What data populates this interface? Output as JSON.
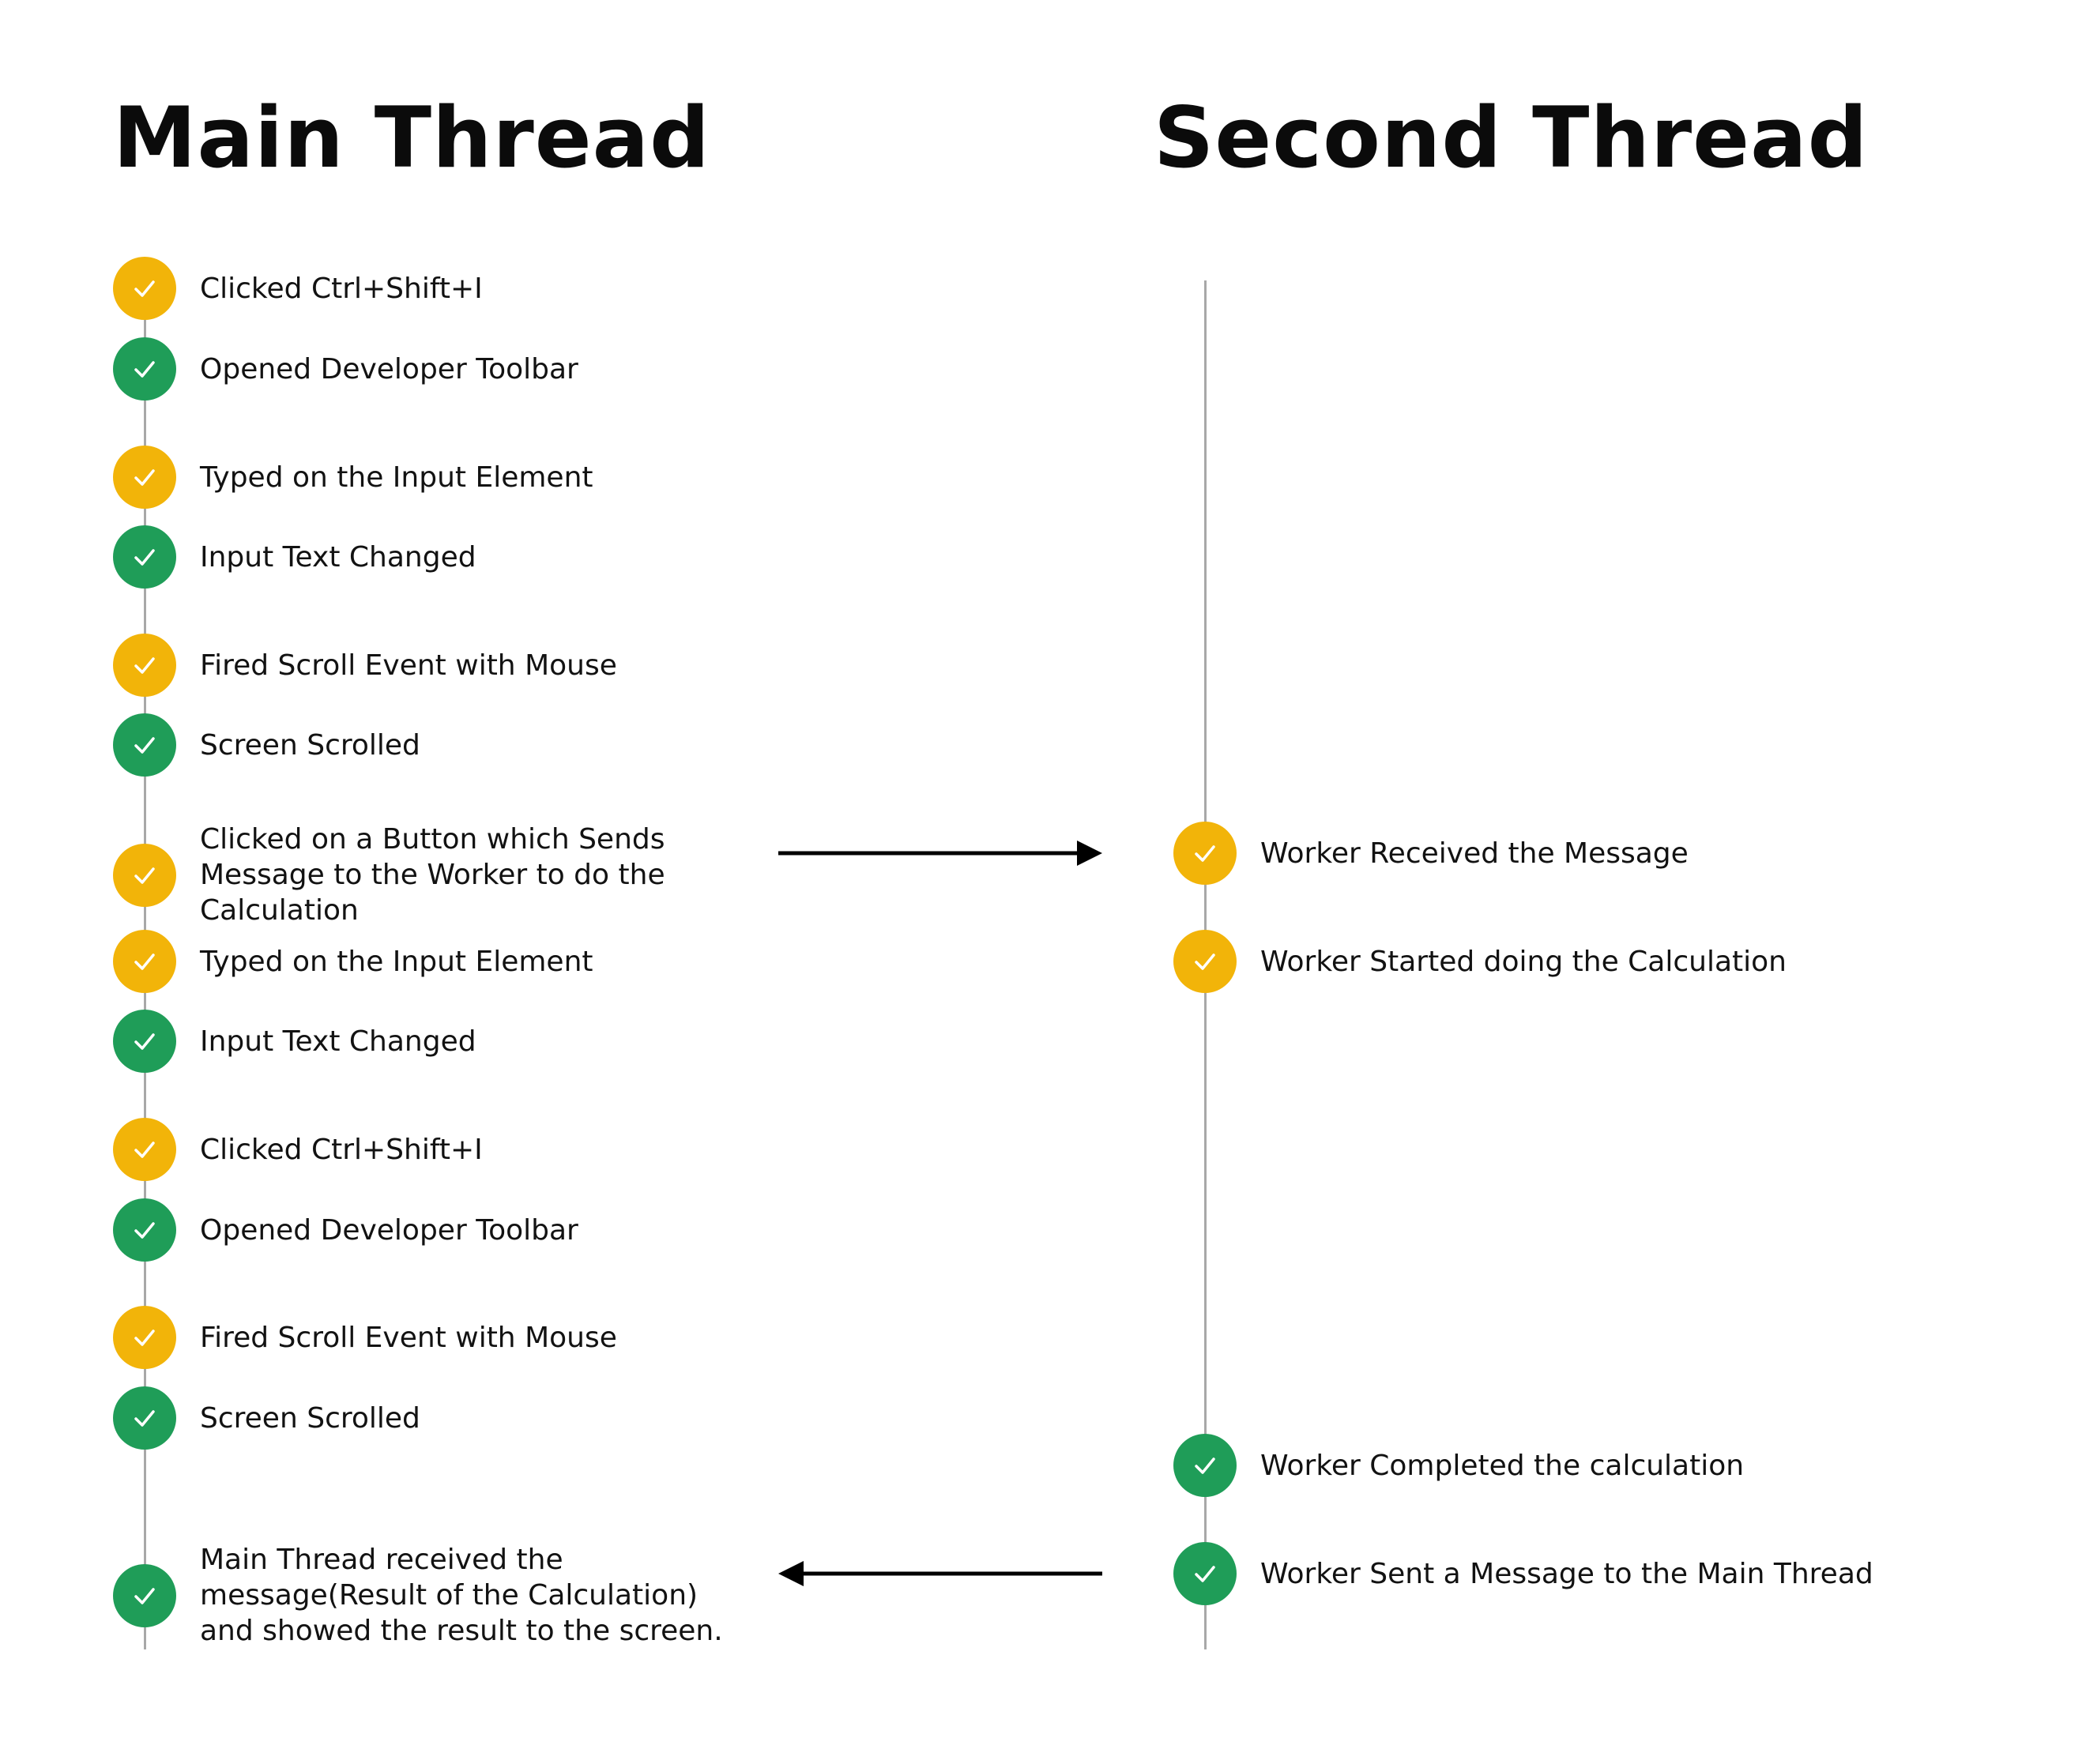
{
  "colors": {
    "pending": "#F2B409",
    "done": "#1F9D58",
    "line": "#a8a8a8",
    "text": "#121212",
    "check": "#ffffff"
  },
  "main_thread": {
    "title": "Main Thread",
    "events": [
      {
        "label": "Clicked Ctrl+Shift+I",
        "status": "pending",
        "icon": "check-icon"
      },
      {
        "label": "Opened Developer Toolbar",
        "status": "done",
        "icon": "check-icon"
      },
      {
        "label": "Typed on the Input Element",
        "status": "pending",
        "icon": "check-icon"
      },
      {
        "label": "Input Text Changed",
        "status": "done",
        "icon": "check-icon"
      },
      {
        "label": "Fired Scroll Event with Mouse",
        "status": "pending",
        "icon": "check-icon"
      },
      {
        "label": "Screen Scrolled",
        "status": "done",
        "icon": "check-icon"
      },
      {
        "label": "Clicked on a Button which Sends\nMessage to the Worker to do the\nCalculation",
        "status": "pending",
        "icon": "check-icon"
      },
      {
        "label": "Typed on the Input Element",
        "status": "pending",
        "icon": "check-icon"
      },
      {
        "label": "Input Text Changed",
        "status": "done",
        "icon": "check-icon"
      },
      {
        "label": "Clicked Ctrl+Shift+I",
        "status": "pending",
        "icon": "check-icon"
      },
      {
        "label": "Opened Developer Toolbar",
        "status": "done",
        "icon": "check-icon"
      },
      {
        "label": "Fired Scroll Event with Mouse",
        "status": "pending",
        "icon": "check-icon"
      },
      {
        "label": "Screen Scrolled",
        "status": "done",
        "icon": "check-icon"
      },
      {
        "label": "Main Thread received the\nmessage(Result of the Calculation)\nand showed the result to the screen.",
        "status": "done",
        "icon": "check-icon"
      }
    ]
  },
  "second_thread": {
    "title": "Second Thread",
    "events": [
      {
        "label": "Worker Received the Message",
        "status": "pending",
        "icon": "check-icon"
      },
      {
        "label": "Worker Started doing the Calculation",
        "status": "pending",
        "icon": "check-icon"
      },
      {
        "label": "Worker Completed the calculation",
        "status": "done",
        "icon": "check-icon"
      },
      {
        "label": " Worker Sent a Message to the Main Thread",
        "status": "done",
        "icon": "check-icon"
      }
    ]
  },
  "arrows": [
    {
      "from": "main_thread",
      "to": "second_thread",
      "direction": "right",
      "icon": "arrow-right-icon"
    },
    {
      "from": "second_thread",
      "to": "main_thread",
      "direction": "left",
      "icon": "arrow-left-icon"
    }
  ]
}
